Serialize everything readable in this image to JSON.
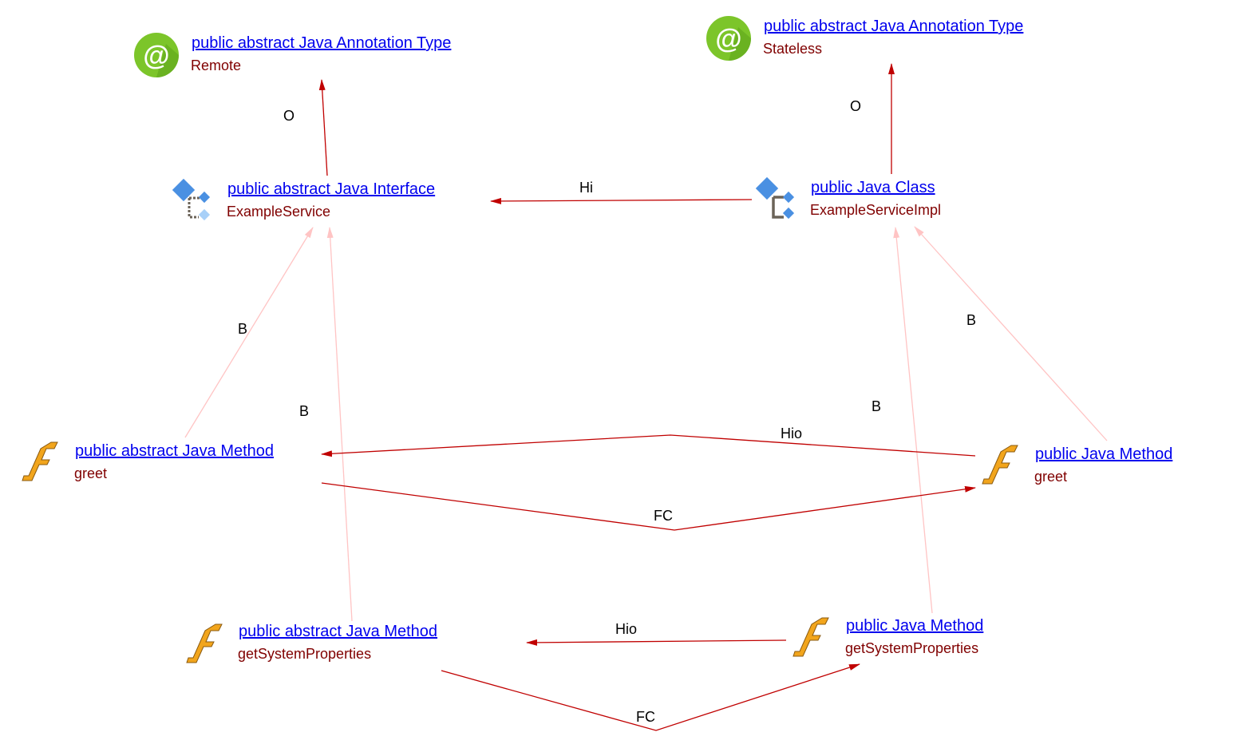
{
  "nodes": [
    {
      "kind": "public abstract Java Annotation Type",
      "name": "Remote",
      "icon": "annotation-icon"
    },
    {
      "kind": "public abstract Java Annotation Type",
      "name": "Stateless",
      "icon": "annotation-icon"
    },
    {
      "kind": "public abstract Java Interface",
      "name": "ExampleService",
      "icon": "interface-icon"
    },
    {
      "kind": "public Java Class",
      "name": "ExampleServiceImpl",
      "icon": "class-icon"
    },
    {
      "kind": "public abstract Java Method",
      "name": "greet",
      "icon": "method-icon"
    },
    {
      "kind": "public Java Method",
      "name": "greet",
      "icon": "method-icon"
    },
    {
      "kind": "public abstract Java Method",
      "name": "getSystemProperties",
      "icon": "method-icon"
    },
    {
      "kind": "public Java Method",
      "name": "getSystemProperties",
      "icon": "method-icon"
    }
  ],
  "edges": [
    {
      "from": "ExampleService",
      "to": "Remote",
      "label": "O"
    },
    {
      "from": "ExampleServiceImpl",
      "to": "Stateless",
      "label": "O"
    },
    {
      "from": "ExampleServiceImpl",
      "to": "ExampleService",
      "label": "Hi"
    },
    {
      "from": "greet (impl)",
      "to": "greet (abstract)",
      "label": "Hio"
    },
    {
      "from": "greet (abstract)",
      "to": "greet (impl)",
      "label": "FC"
    },
    {
      "from": "getSystemProperties (impl)",
      "to": "getSystemProperties (abstract)",
      "label": "Hio"
    },
    {
      "from": "getSystemProperties (abstract)",
      "to": "getSystemProperties (impl)",
      "label": "FC"
    },
    {
      "from": "greet (abstract)",
      "to": "ExampleService",
      "label": "B"
    },
    {
      "from": "getSystemProperties (abstract)",
      "to": "ExampleService",
      "label": "B"
    },
    {
      "from": "getSystemProperties (impl)",
      "to": "ExampleServiceImpl",
      "label": "B"
    },
    {
      "from": "greet (impl)",
      "to": "ExampleServiceImpl",
      "label": "B"
    }
  ],
  "colors": {
    "strong_edge": "#c00000",
    "weak_edge": "#ffc4c4",
    "link": "#0000ee",
    "name": "#800000"
  }
}
